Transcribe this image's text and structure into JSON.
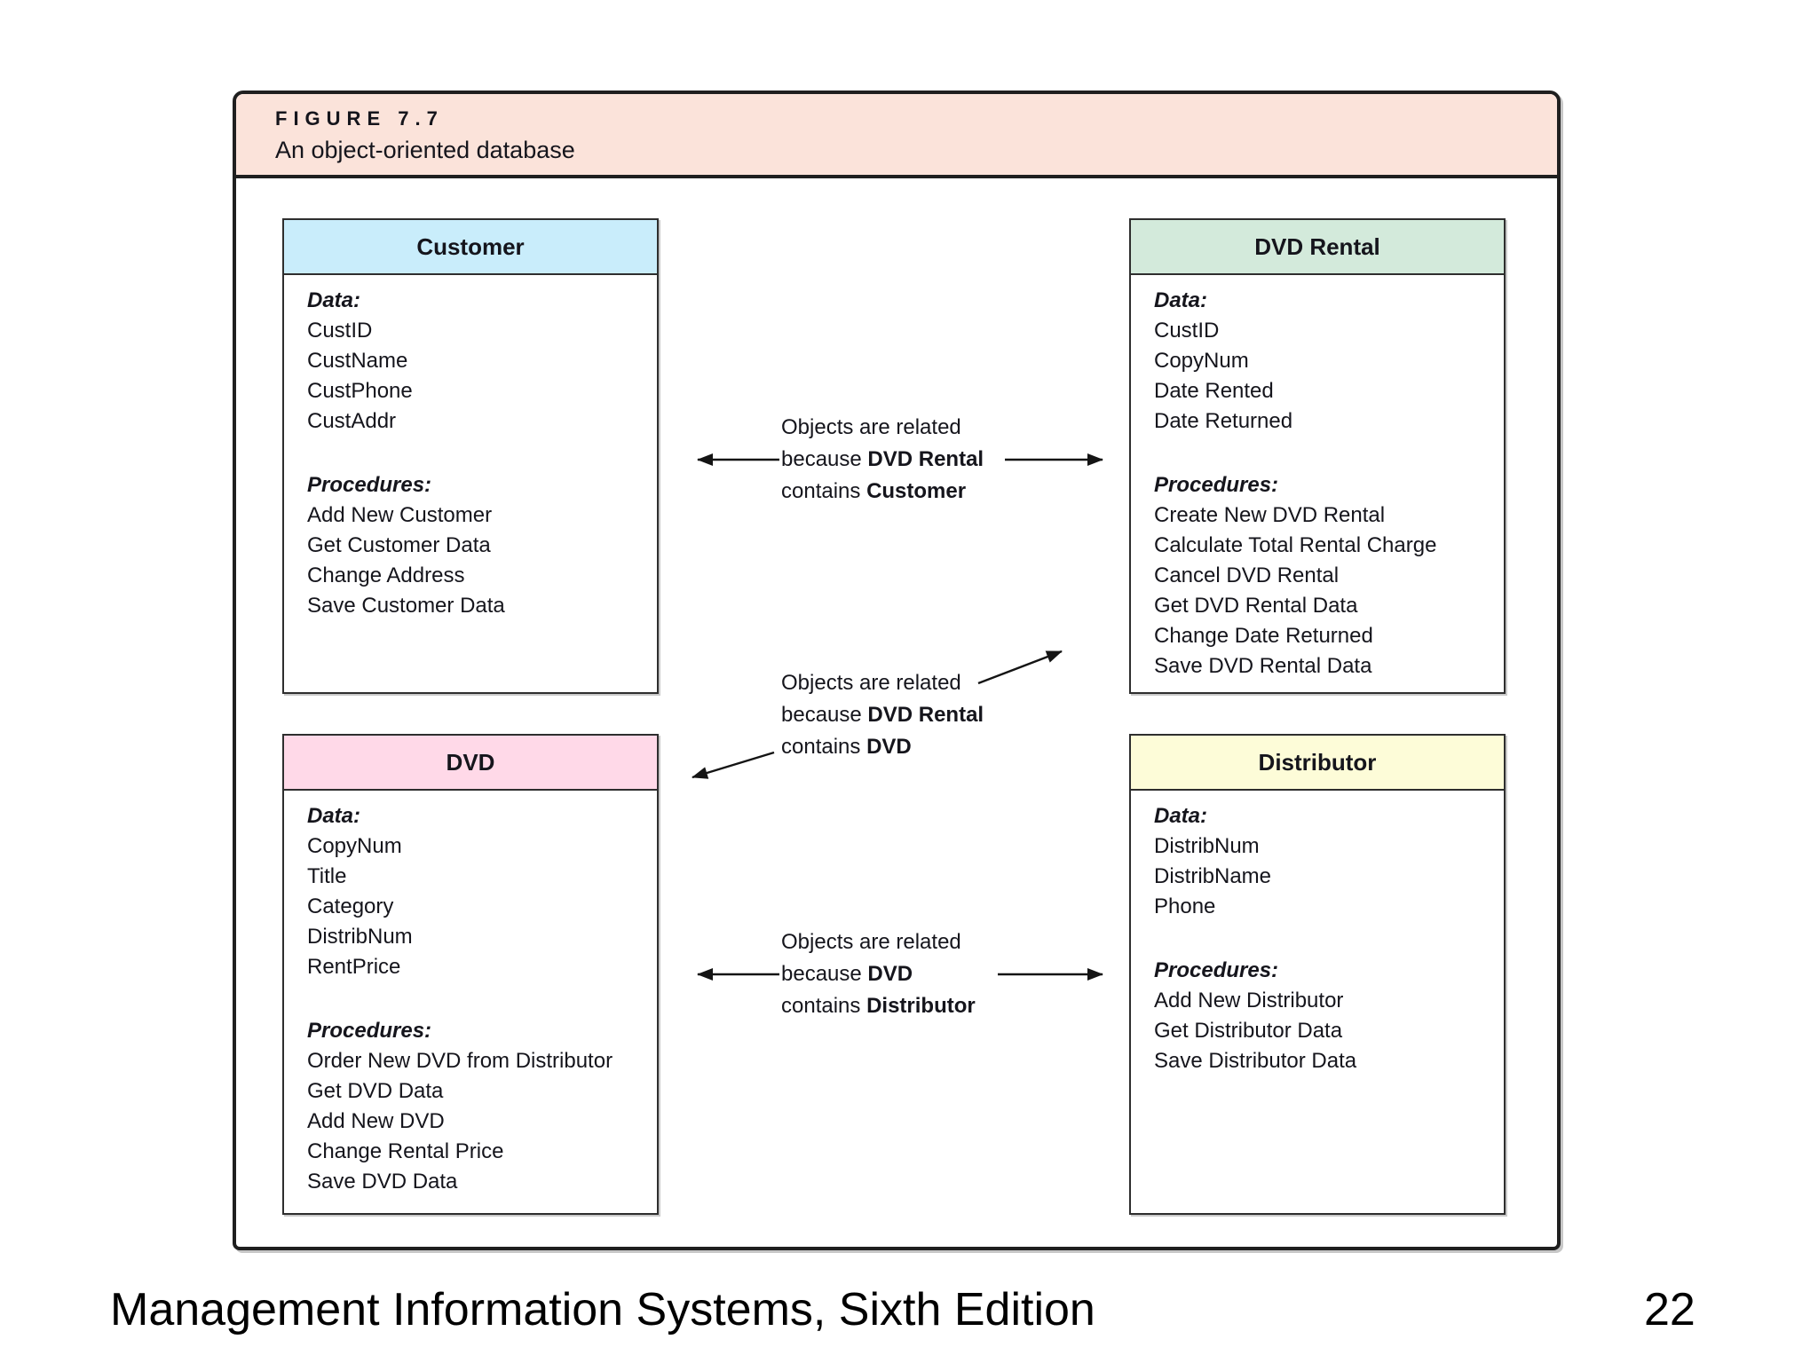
{
  "figure": {
    "title": "FIGURE 7.7",
    "subtitle": "An object-oriented database"
  },
  "boxes": {
    "customer": {
      "title": "Customer",
      "data_label": "Data:",
      "data": [
        "CustID",
        "CustName",
        "CustPhone",
        "CustAddr"
      ],
      "procedures_label": "Procedures:",
      "procedures": [
        "Add New Customer",
        "Get Customer Data",
        "Change Address",
        "Save Customer Data"
      ]
    },
    "dvd_rental": {
      "title": "DVD Rental",
      "data_label": "Data:",
      "data": [
        "CustID",
        "CopyNum",
        "Date Rented",
        "Date Returned"
      ],
      "procedures_label": "Procedures:",
      "procedures": [
        "Create New DVD Rental",
        "Calculate Total Rental Charge",
        "Cancel DVD Rental",
        "Get DVD Rental Data",
        "Change Date Returned",
        "Save DVD Rental Data"
      ]
    },
    "dvd": {
      "title": "DVD",
      "data_label": "Data:",
      "data": [
        "CopyNum",
        "Title",
        "Category",
        "DistribNum",
        "RentPrice"
      ],
      "procedures_label": "Procedures:",
      "procedures": [
        "Order New DVD from Distributor",
        "Get DVD Data",
        "Add New DVD",
        "Change Rental Price",
        "Save DVD Data"
      ]
    },
    "distributor": {
      "title": "Distributor",
      "data_label": "Data:",
      "data": [
        "DistribNum",
        "DistribName",
        "Phone"
      ],
      "procedures_label": "Procedures:",
      "procedures": [
        "Add New Distributor",
        "Get Distributor Data",
        "Save Distributor Data"
      ]
    }
  },
  "annotations": [
    {
      "line1": "Objects are related",
      "line2_pre": "because ",
      "line2_bold": "DVD Rental",
      "line3_pre": "contains ",
      "line3_bold": "Customer"
    },
    {
      "line1": "Objects are related",
      "line2_pre": "because ",
      "line2_bold": "DVD Rental",
      "line3_pre": "contains ",
      "line3_bold": "DVD"
    },
    {
      "line1": "Objects are related",
      "line2_pre": "because ",
      "line2_bold": "DVD",
      "line3_pre": "contains ",
      "line3_bold": "Distributor"
    }
  ],
  "footer": {
    "left": "Management Information Systems, Sixth Edition",
    "page": "22"
  },
  "colors": {
    "figure_header_bg": "#fbe3da",
    "customer_header_bg": "#c9edfb",
    "dvd_rental_header_bg": "#d3eadb",
    "dvd_header_bg": "#ffd9e8",
    "distributor_header_bg": "#fdfcd8",
    "frame_border": "#1f1f1f",
    "text": "#15151c"
  }
}
